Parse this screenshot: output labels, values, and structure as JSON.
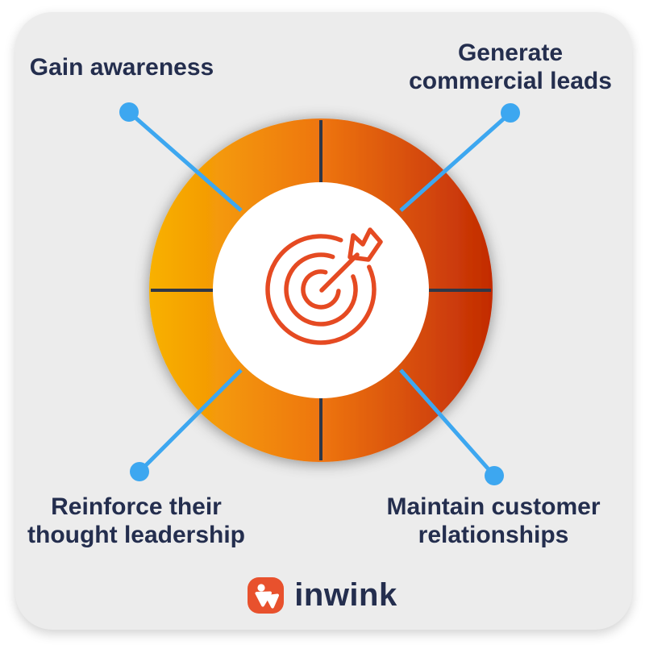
{
  "diagram": {
    "description": "Four marketing goals around a gradient target wheel",
    "items": [
      {
        "position": "top-left",
        "label": "Gain awareness"
      },
      {
        "position": "top-right",
        "label": "Generate commercial leads"
      },
      {
        "position": "bottom-left",
        "label": "Reinforce their thought leadership"
      },
      {
        "position": "bottom-right",
        "label": "Maintain customer relationships"
      }
    ],
    "center_icon": "target-icon",
    "segment_count": 4
  },
  "logo": {
    "text": "inwink",
    "icon": "inwink-logo-icon"
  },
  "colors": {
    "card_background": "#ECECEC",
    "label_text": "#242E4E",
    "connector_blue": "#3DA7F0",
    "wheel_gradient_left": "#F8B100",
    "wheel_gradient_mid": "#EE7512",
    "wheel_gradient_right": "#C22A04",
    "quadrant_divider": "#2F3747",
    "target_icon_stroke": "#E54A22",
    "logo_badge_background": "#E8512D"
  }
}
